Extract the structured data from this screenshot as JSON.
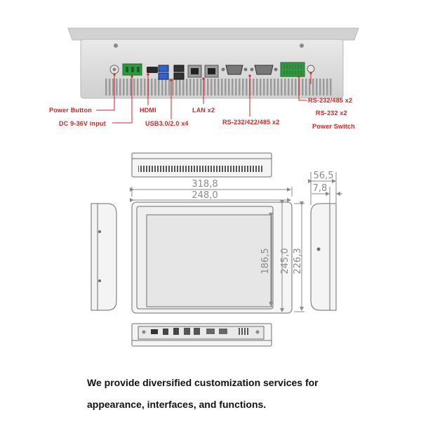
{
  "colors": {
    "callout": "#d9231f",
    "housing": "#dcdcdc",
    "outline": "#7a7a7a",
    "dimension_text": "#8a8a8a"
  },
  "port_labels": {
    "power_button": "Power Button",
    "dc_input": "DC 9-36V input",
    "hdmi": "HDMI",
    "usb": "USB3.0/2.0 x4",
    "lan": "LAN x2",
    "rs232_422_485": "RS-232/422/485 x2",
    "rs232_485": "RS-232/485 x2",
    "rs232": "RS-232 x2",
    "power_switch": "Power Switch"
  },
  "dimensions": {
    "overall_width": "318,8",
    "screen_width": "248,0",
    "screen_height": "186,5",
    "inner_height": "245,0",
    "overall_height": "226,3",
    "depth": "56,5",
    "bezel": "7,8"
  },
  "caption": {
    "line1": "We provide diversified customization services for",
    "line2": "appearance, interfaces, and functions."
  }
}
